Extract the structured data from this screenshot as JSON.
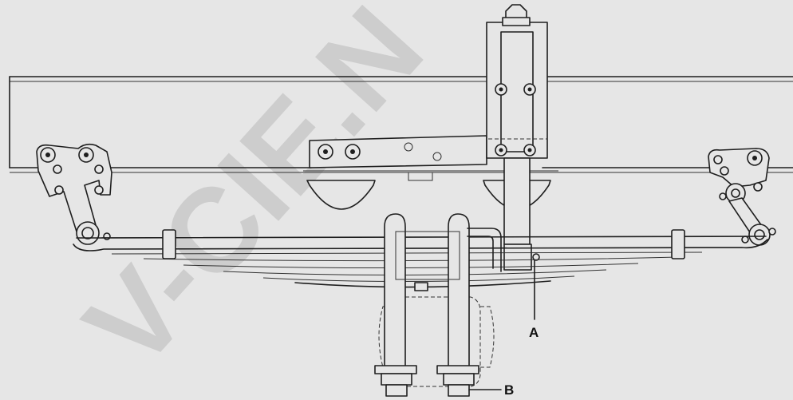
{
  "watermark": "V-CIE.N",
  "callouts": {
    "a": "A",
    "b": "B"
  }
}
